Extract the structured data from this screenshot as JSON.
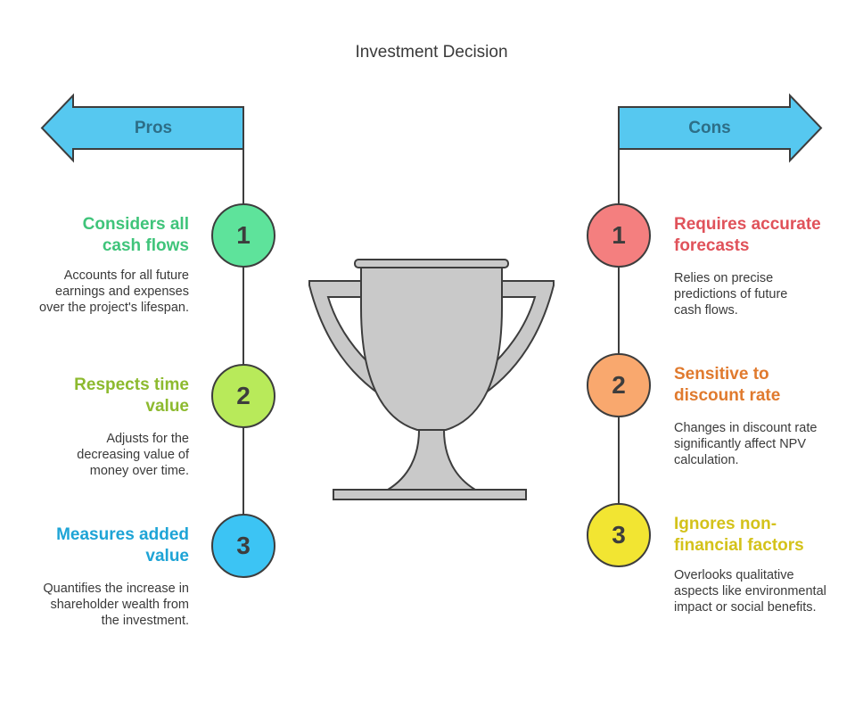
{
  "title": "Investment Decision",
  "pros": {
    "label": "Pros",
    "items": [
      {
        "number": "1",
        "heading": "Considers all cash flows",
        "description": "Accounts for all future earnings and expenses over the project's lifespan.",
        "color": "#3fc47a",
        "fill": "#5ee39b"
      },
      {
        "number": "2",
        "heading": "Respects time value",
        "description": "Adjusts for the decreasing value of money over time.",
        "color": "#8dba2f",
        "fill": "#b8ea5a"
      },
      {
        "number": "3",
        "heading": "Measures added value",
        "description": "Quantifies the increase in shareholder wealth from the investment.",
        "color": "#1ea4d6",
        "fill": "#3cc4f4"
      }
    ]
  },
  "cons": {
    "label": "Cons",
    "items": [
      {
        "number": "1",
        "heading": "Requires accurate forecasts",
        "description": "Relies on precise predictions of future cash flows.",
        "color": "#e0525a",
        "fill": "#f47f7f"
      },
      {
        "number": "2",
        "heading": "Sensitive to discount rate",
        "description": "Changes in discount rate significantly affect NPV calculation.",
        "color": "#e07a2e",
        "fill": "#f9a86e"
      },
      {
        "number": "3",
        "heading": "Ignores non-financial factors",
        "description": "Overlooks qualitative aspects like environmental impact or social benefits.",
        "color": "#d4c21a",
        "fill": "#f2e532"
      }
    ]
  },
  "colors": {
    "arrow": "#56c8f0",
    "line": "#3d3d3d",
    "trophy": "#c9c9c9"
  }
}
